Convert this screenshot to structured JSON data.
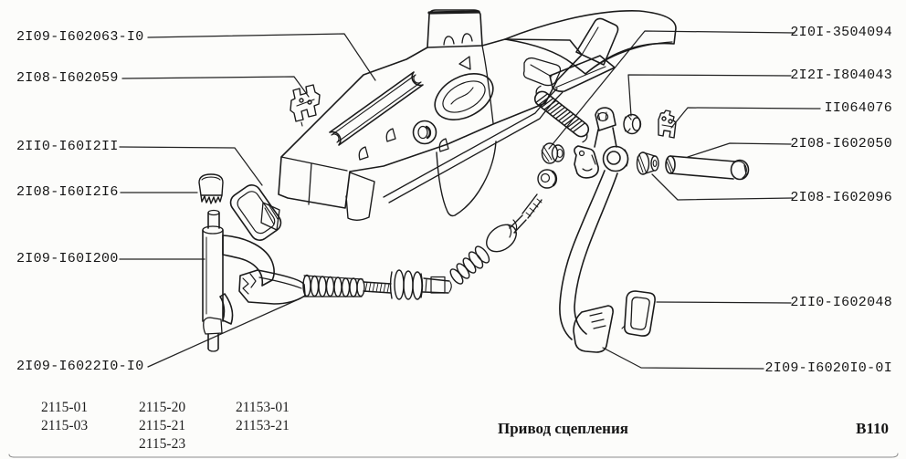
{
  "page": {
    "background": "#fcfcfa",
    "ink": "#1b1b1b"
  },
  "figure": {
    "caption": "Привод сцепления",
    "code": "B110"
  },
  "part_labels": {
    "left": [
      "2I09-I602063-I0",
      "2I08-I602059",
      "2II0-I60I2II",
      "2I08-I60I2I6",
      "2I09-I60I200",
      "2I09-I6022I0-I0"
    ],
    "right": [
      "2I0I-3504094",
      "2I2I-I804043",
      "II064076",
      "2I08-I602050",
      "2I08-I602096",
      "2II0-I602048",
      "2I09-I6020I0-0I"
    ]
  },
  "model_codes": {
    "col1": [
      "2115-01",
      "2115-03"
    ],
    "col2": [
      "2115-20",
      "2115-21",
      "2115-23"
    ],
    "col3": [
      "21153-01",
      "21153-21"
    ]
  }
}
